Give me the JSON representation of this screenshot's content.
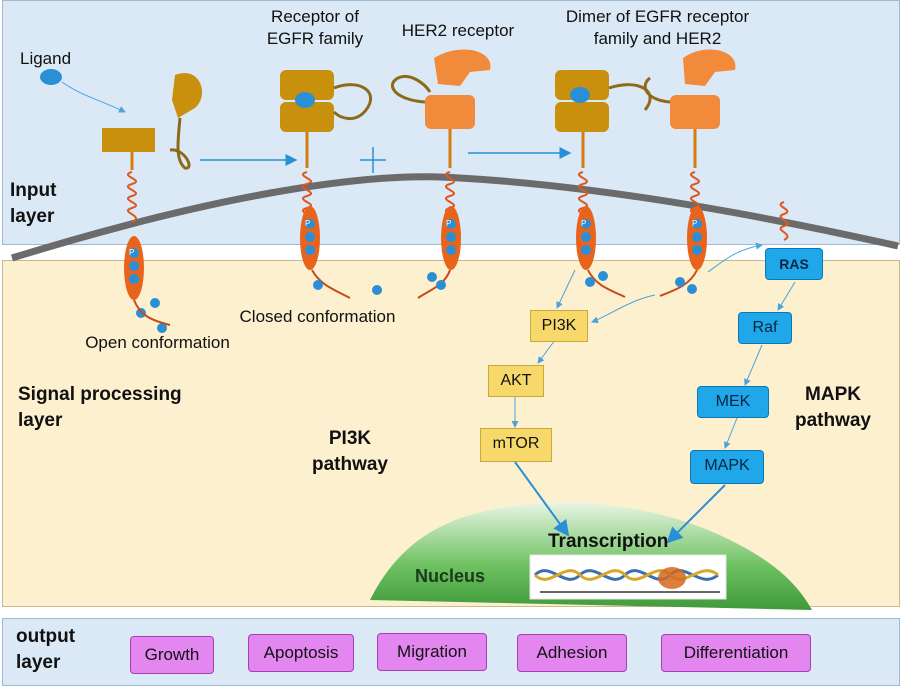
{
  "layers": {
    "input": "Input\nlayer",
    "signal": "Signal processing\nlayer",
    "output": "output\nlayer"
  },
  "labels": {
    "ligand": "Ligand",
    "egfr_receptor": "Receptor of\nEGFR family",
    "her2_receptor": "HER2 receptor",
    "dimer": "Dimer of EGFR receptor\nfamily and HER2",
    "open_conformation": "Open conformation",
    "closed_conformation": "Closed conformation",
    "phospho": "P",
    "nucleus": "Nucleus",
    "transcription": "Transcription"
  },
  "pathways": {
    "pi3k": {
      "name": "PI3K\npathway",
      "nodes": [
        "PI3K",
        "AKT",
        "mTOR"
      ]
    },
    "mapk": {
      "name": "MAPK\npathway",
      "nodes": [
        "RAS",
        "Raf",
        "MEK",
        "MAPK"
      ]
    }
  },
  "outputs": [
    "Growth",
    "Apoptosis",
    "Migration",
    "Adhesion",
    "Differentiation"
  ],
  "colors": {
    "input_layer": "#dbe9f7",
    "signal_layer": "#fdf0cf",
    "receptor_egfr": "#c9900e",
    "receptor_her2": "#f28a3c",
    "kinase_domain": "#e8641c",
    "phosphate": "#2b8fd6",
    "pi3k_node": "#f7d96b",
    "mapk_node": "#1fa7ea",
    "output_node": "#e386f0",
    "nucleus": "#5cb85c"
  }
}
